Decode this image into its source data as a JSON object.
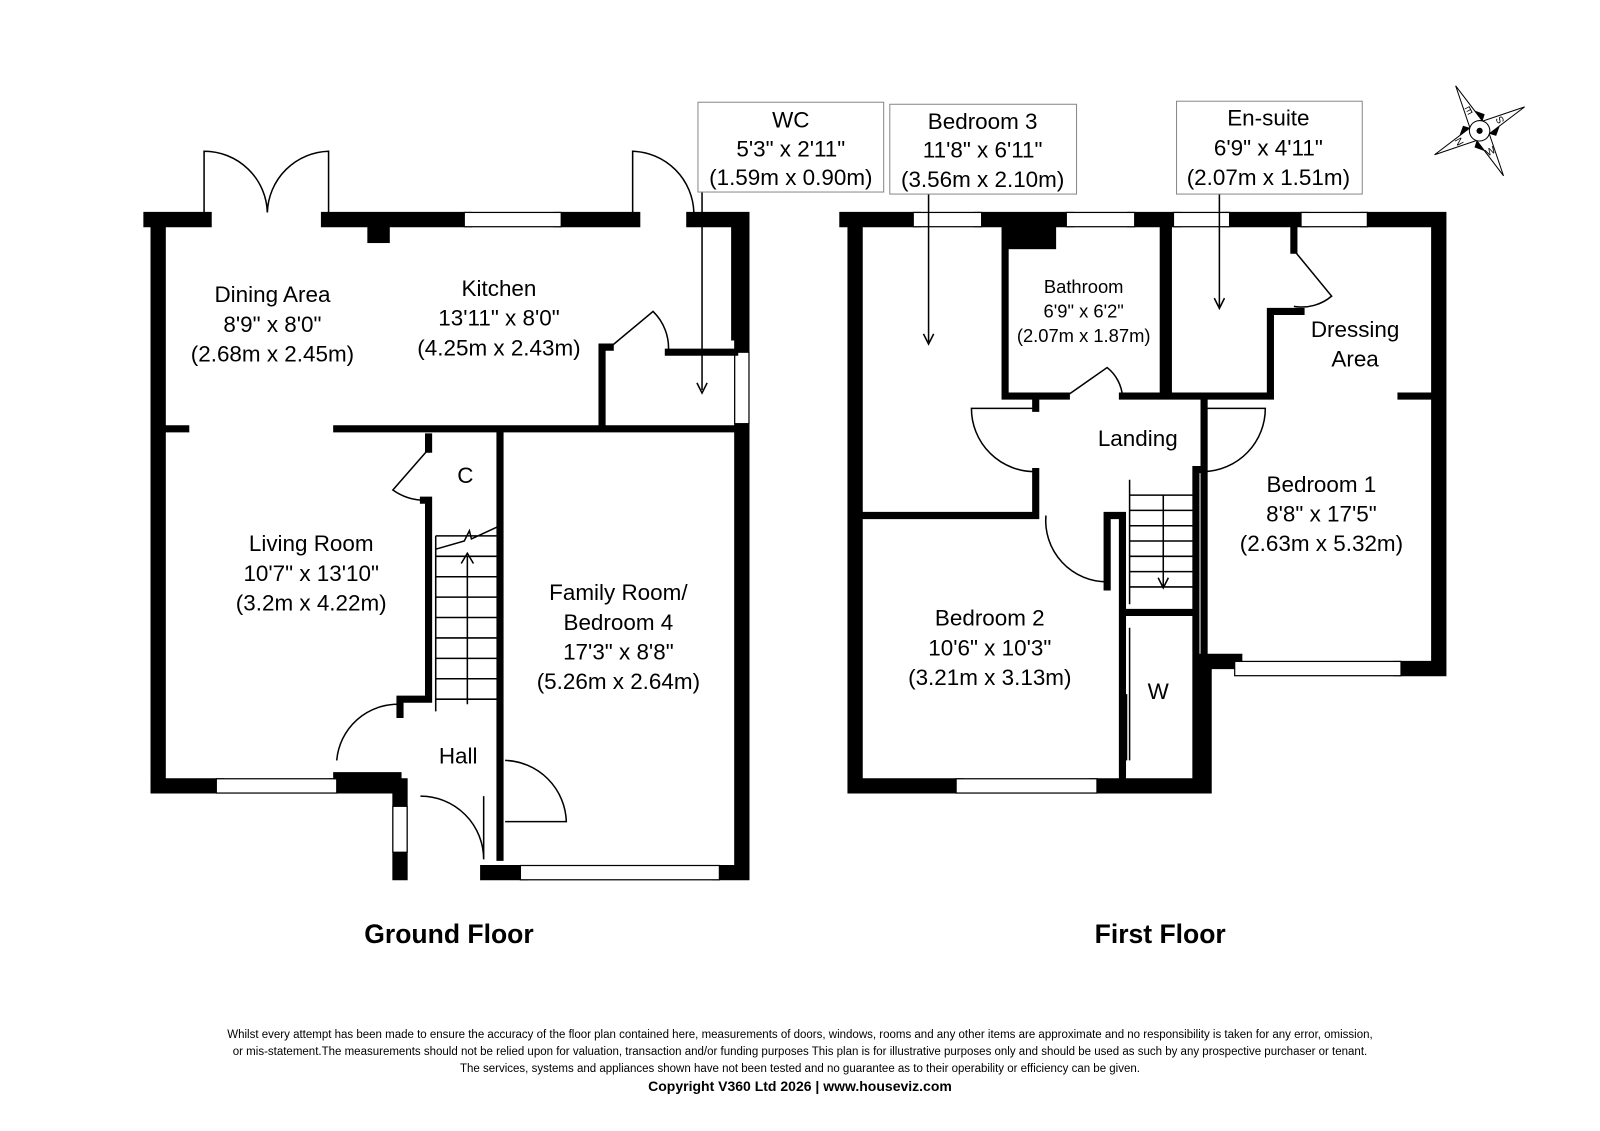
{
  "ground_floor": {
    "title": "Ground Floor",
    "rooms": [
      {
        "name": "Dining Area",
        "imperial": "8'9\" x 8'0\"",
        "metric": "(2.68m x 2.45m)"
      },
      {
        "name": "Kitchen",
        "imperial": "13'11\" x 8'0\"",
        "metric": "(4.25m x 2.43m)"
      },
      {
        "name": "WC",
        "imperial": "5'3\" x 2'11\"",
        "metric": "(1.59m x 0.90m)"
      },
      {
        "name": "Living Room",
        "imperial": "10'7\" x 13'10\"",
        "metric": "(3.2m x 4.22m)"
      },
      {
        "name": "Family Room/",
        "name2": "Bedroom 4",
        "imperial": "17'3\" x 8'8\"",
        "metric": "(5.26m x 2.64m)"
      },
      {
        "name": "C"
      },
      {
        "name": "Hall"
      }
    ]
  },
  "first_floor": {
    "title": "First Floor",
    "rooms": [
      {
        "name": "Bedroom 3",
        "imperial": "11'8\" x 6'11\"",
        "metric": "(3.56m x 2.10m)"
      },
      {
        "name": "Bathroom",
        "imperial": "6'9\" x 6'2\"",
        "metric": "(2.07m x 1.87m)"
      },
      {
        "name": "En-suite",
        "imperial": "6'9\" x 4'11\"",
        "metric": "(2.07m x 1.51m)"
      },
      {
        "name": "Dressing",
        "name2": "Area"
      },
      {
        "name": "Landing"
      },
      {
        "name": "Bedroom 1",
        "imperial": "8'8\" x 17'5\"",
        "metric": "(2.63m x 5.32m)"
      },
      {
        "name": "Bedroom 2",
        "imperial": "10'6\" x 10'3\"",
        "metric": "(3.21m x 3.13m)"
      },
      {
        "name": "W"
      }
    ]
  },
  "compass": {
    "n": "N",
    "e": "E",
    "s": "S",
    "w": "W"
  },
  "disclaimer": [
    "Whilst every attempt has been made to ensure the accuracy of the floor plan contained here, measurements of doors, windows, rooms and any other items are approximate and no responsibility is taken for any error, omission,",
    "or mis-statement.The measurements should not be relied upon for valuation, transaction and/or funding purposes This plan is for illustrative purposes only and should be used as such by any prospective purchaser or tenant.",
    "The services, systems and appliances shown have not been tested and no guarantee as to their operability or efficiency can be given."
  ],
  "copyright": "Copyright V360 Ltd 2026 | www.houseviz.com"
}
